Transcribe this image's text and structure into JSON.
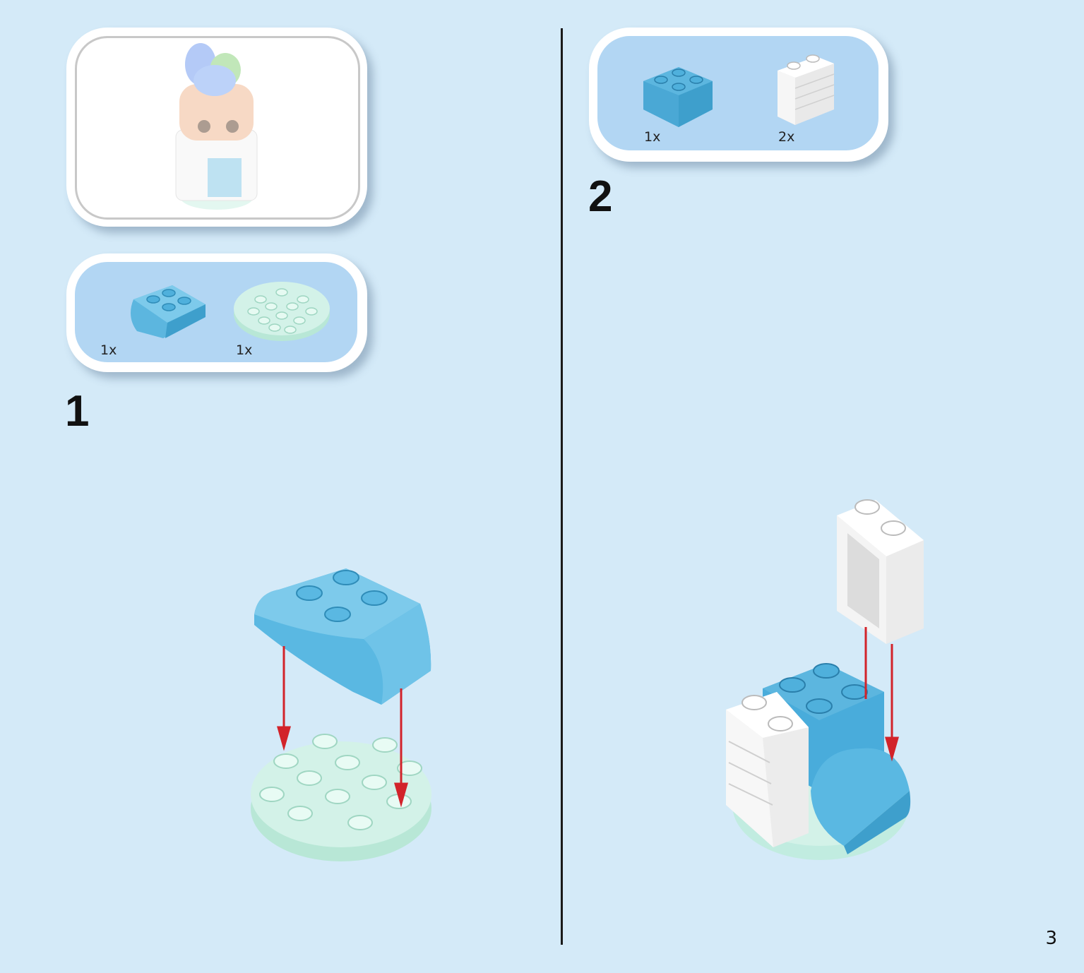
{
  "page": {
    "number": "3"
  },
  "steps": [
    {
      "number": "1",
      "parts": [
        {
          "qty": "1x",
          "part": "curved-brick-2x4"
        },
        {
          "qty": "1x",
          "part": "round-plate-4x4"
        }
      ]
    },
    {
      "number": "2",
      "parts": [
        {
          "qty": "1x",
          "part": "brick-2x2"
        },
        {
          "qty": "2x",
          "part": "brick-1x2x2"
        }
      ]
    }
  ],
  "colors": {
    "background": "#d4eaf8",
    "parts_panel": "#b2d6f3",
    "medium_azure": "#6ec3e6",
    "light_aqua": "#d3f2e8",
    "white": "#ffffff",
    "arrow_red": "#d2232a"
  }
}
